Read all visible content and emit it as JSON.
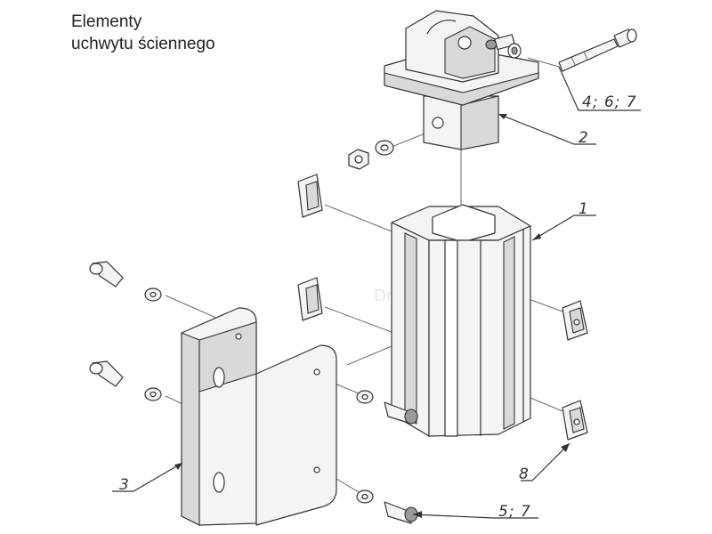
{
  "title": {
    "line1": "Elementy",
    "line2": "uchwytu ściennego"
  },
  "callouts": {
    "profile": "1",
    "head": "2",
    "bracket": "3",
    "bolt_top": "4; 6; 7",
    "bolt_bottom": "5; 7",
    "slider": "8"
  },
  "watermark": "Drewmarkt.pl"
}
